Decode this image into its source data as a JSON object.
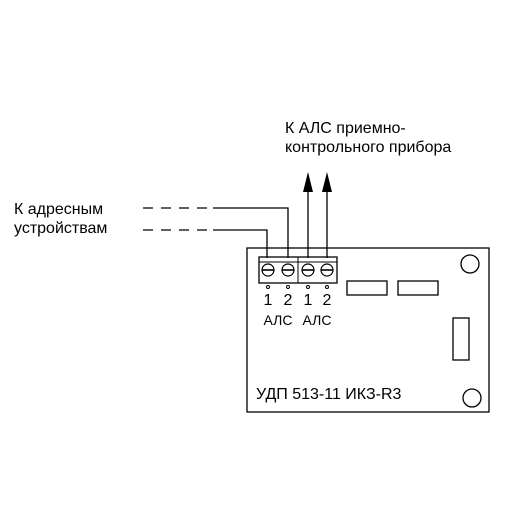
{
  "labels": {
    "panel_line1": "К АЛС приемно-",
    "panel_line2": "контрольного прибора",
    "devices_line1": "К адресным",
    "devices_line2": "устройствам"
  },
  "terminals": [
    {
      "number": "1",
      "group": "АЛС"
    },
    {
      "number": "2",
      "group": "АЛС"
    },
    {
      "number": "1",
      "group": "АЛС"
    },
    {
      "number": "2",
      "group": "АЛС"
    }
  ],
  "board": {
    "title": "УДП 513-11 ИКЗ-R3"
  },
  "colors": {
    "line": "#000000",
    "background": "#ffffff"
  }
}
